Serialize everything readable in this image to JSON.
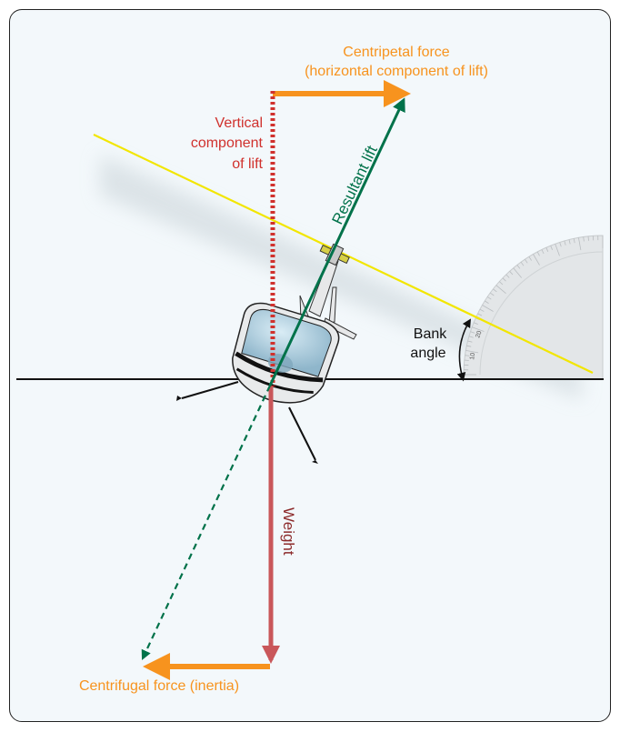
{
  "labels": {
    "centripetal_line1": "Centripetal force",
    "centripetal_line2": "(horizontal component of lift)",
    "vertical_line1": "Vertical",
    "vertical_line2": "component",
    "vertical_line3": "of lift",
    "resultant": "Resultant lift",
    "bank_line1": "Bank",
    "bank_line2": "angle",
    "weight": "Weight",
    "centrifugal": "Centrifugal force (inertia)"
  },
  "protractor": {
    "tick_labels": [
      "10",
      "20"
    ]
  },
  "colors": {
    "orange": "#f7931e",
    "red": "#d0312d",
    "green": "#00724a",
    "weight": "#c9575a",
    "weight_label": "#8c2a2a",
    "rotor": "#f2e600",
    "cabin": "#a9cfe2"
  }
}
